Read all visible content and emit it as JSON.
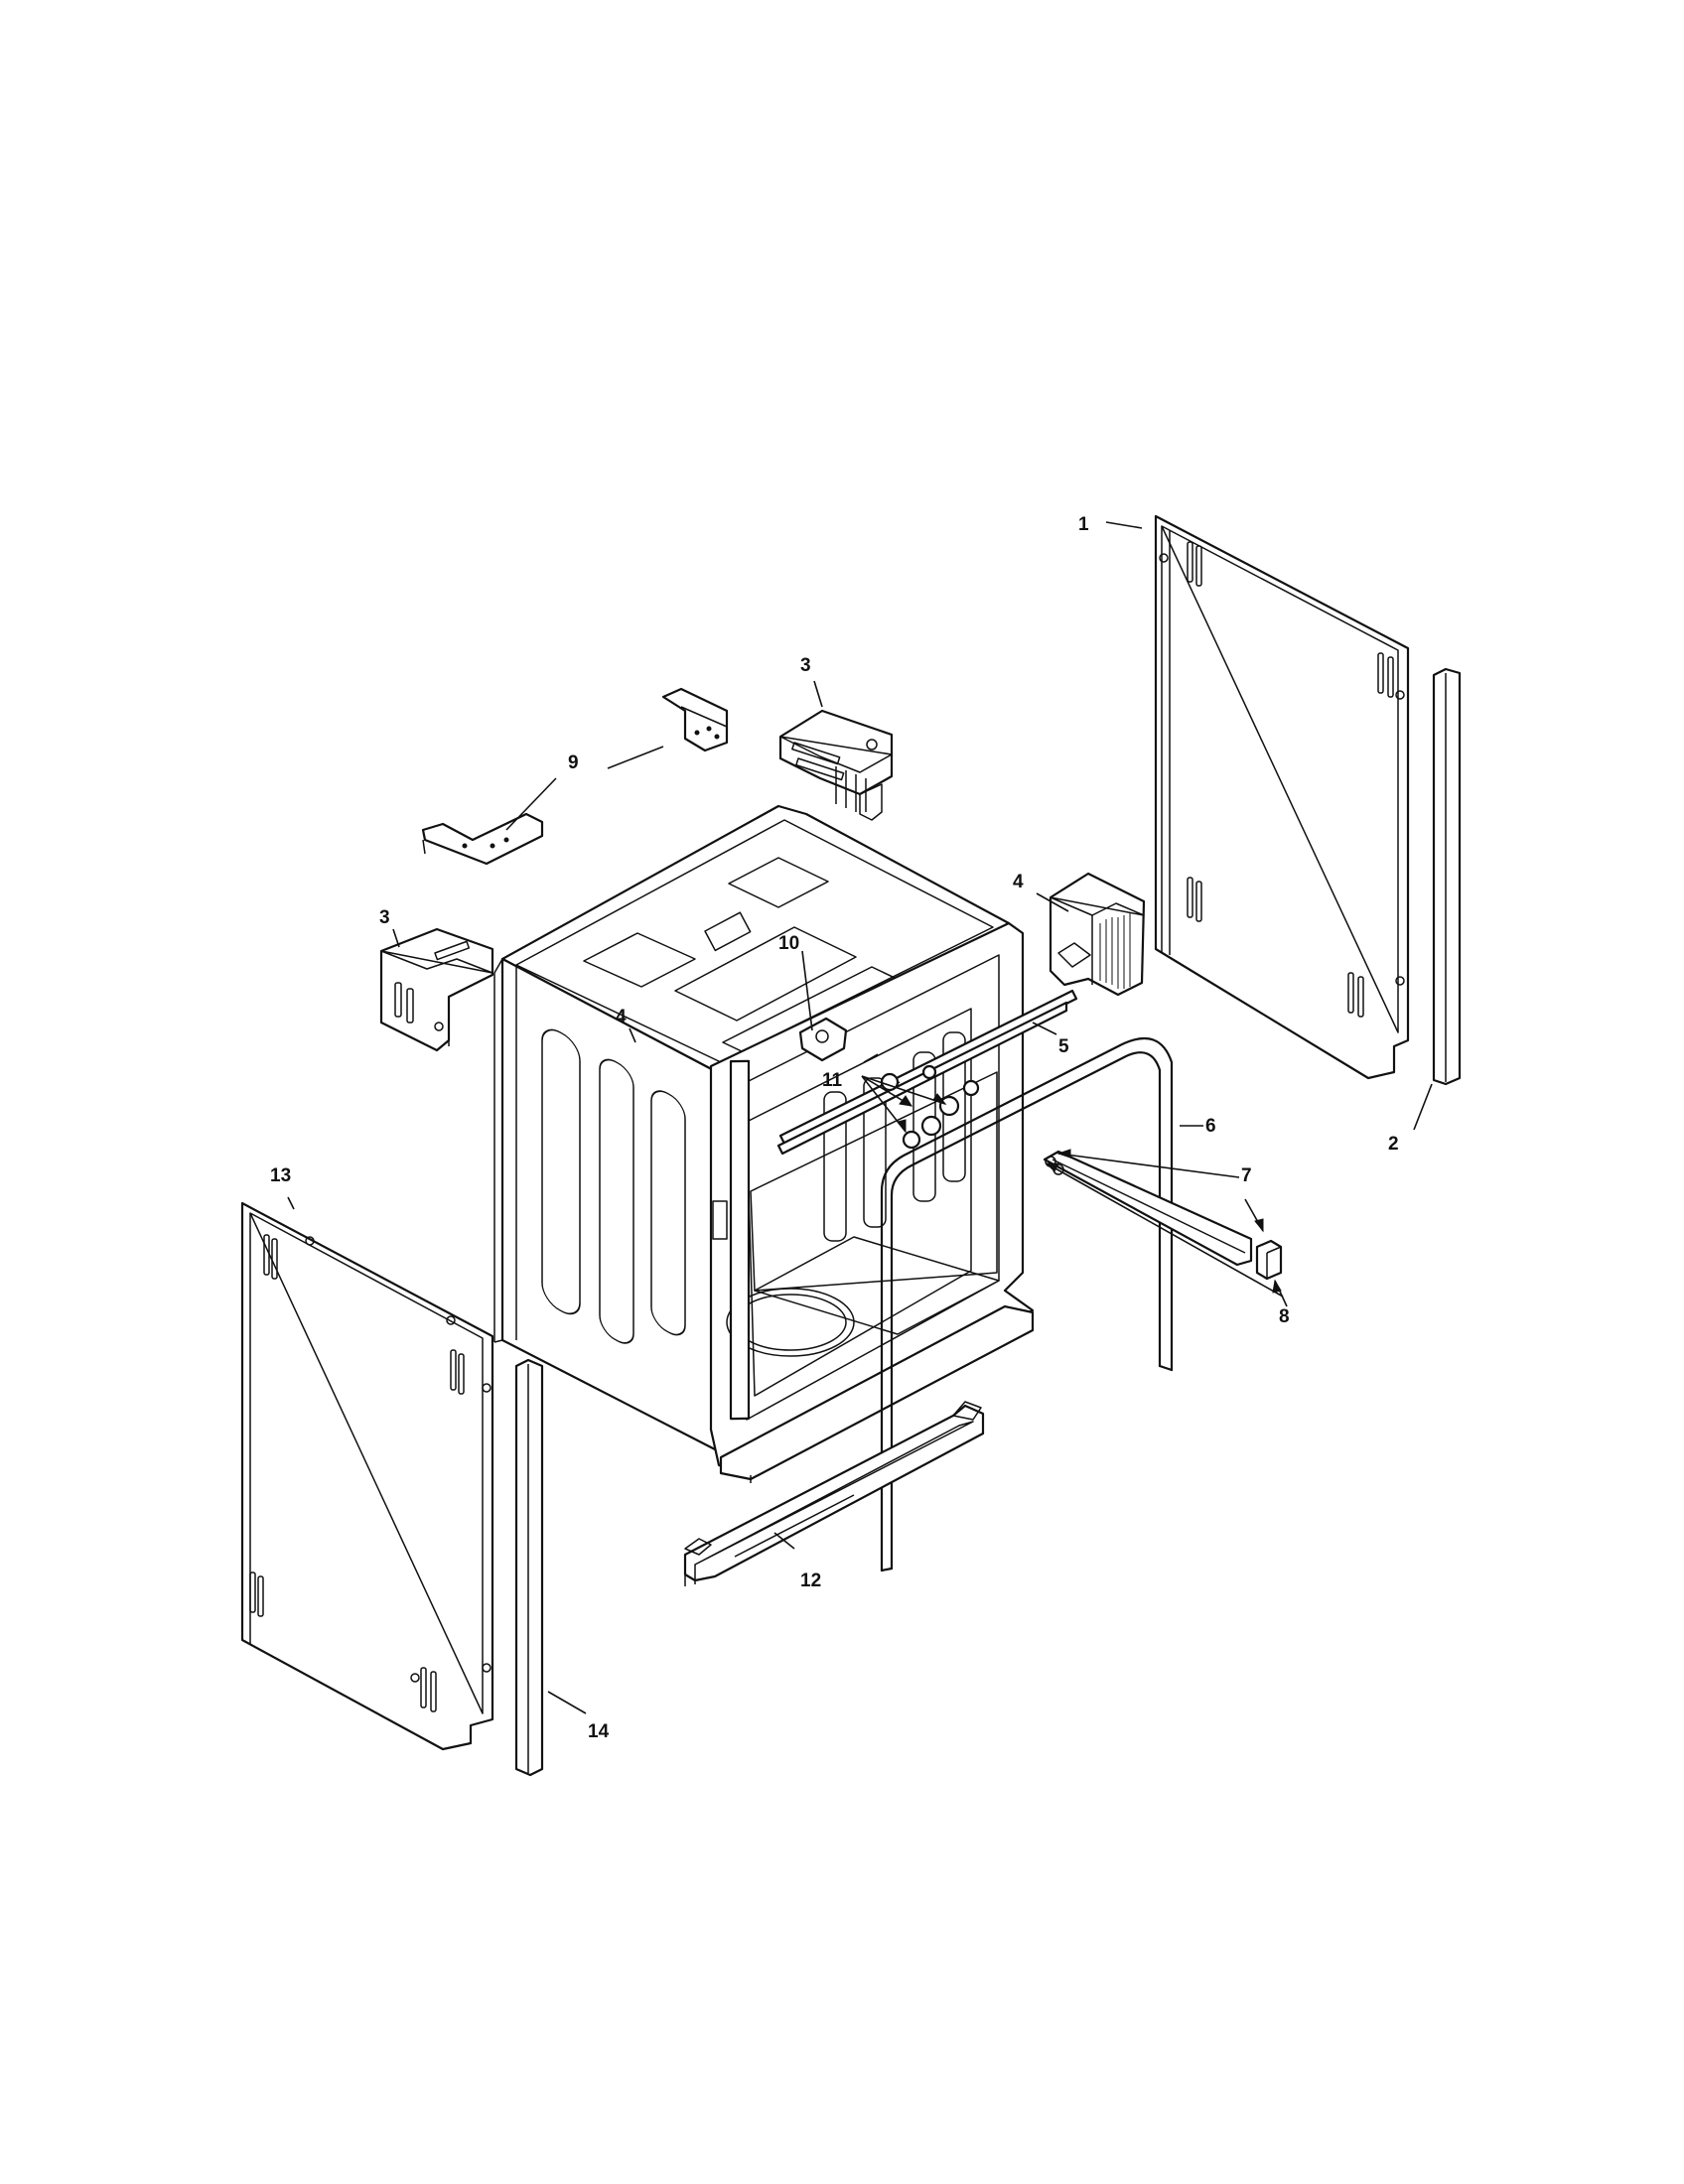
{
  "diagram": {
    "callouts": {
      "c1": "1",
      "c2": "2",
      "c3a": "3",
      "c3b": "3",
      "c4a": "4",
      "c4b": "4",
      "c5": "5",
      "c6": "6",
      "c7": "7",
      "c8": "8",
      "c9": "9",
      "c10": "10",
      "c11": "11",
      "c12": "12",
      "c13": "13",
      "c14": "14"
    }
  }
}
